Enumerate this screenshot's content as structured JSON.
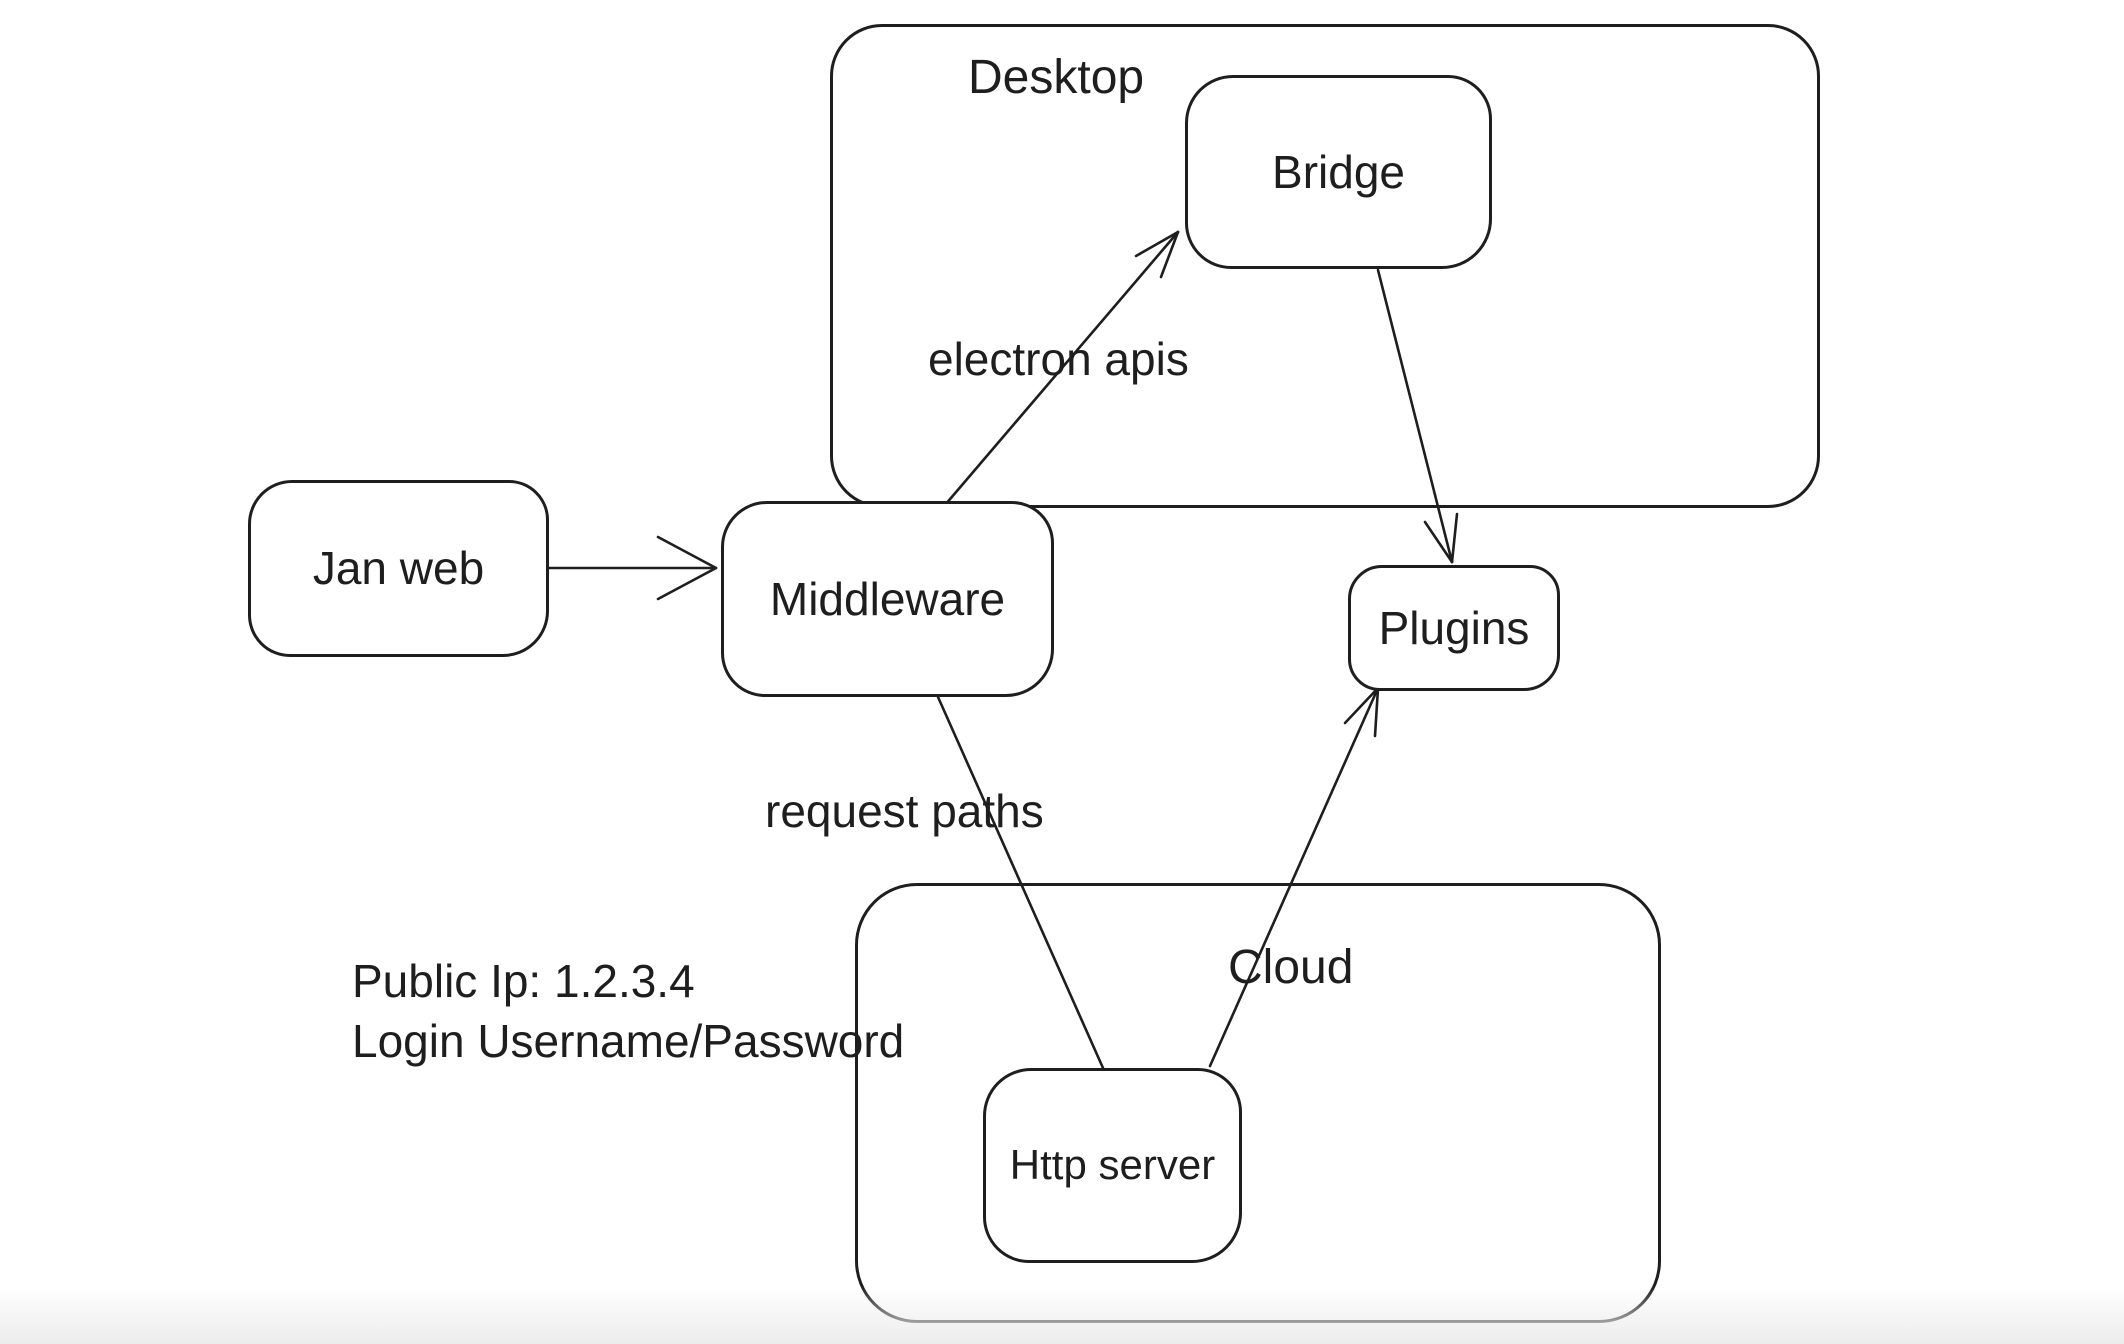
{
  "diagram": {
    "containers": {
      "desktop": {
        "label": "Desktop"
      },
      "cloud": {
        "label": "Cloud"
      }
    },
    "nodes": {
      "jan_web": {
        "label": "Jan web"
      },
      "middleware": {
        "label": "Middleware"
      },
      "bridge": {
        "label": "Bridge"
      },
      "plugins": {
        "label": "Plugins"
      },
      "http_server": {
        "label": "Http server"
      }
    },
    "edge_labels": {
      "electron_apis": {
        "label": "electron apis"
      },
      "request_paths": {
        "label": "request paths"
      }
    },
    "edges": [
      {
        "name": "jan-web-to-middleware",
        "from": "jan_web",
        "to": "middleware",
        "arrowhead": true
      },
      {
        "name": "middleware-to-bridge",
        "from": "middleware",
        "to": "bridge",
        "arrowhead": true,
        "label": "electron apis"
      },
      {
        "name": "bridge-to-plugins",
        "from": "bridge",
        "to": "plugins",
        "arrowhead": true
      },
      {
        "name": "middleware-to-http-server",
        "from": "middleware",
        "to": "http_server",
        "arrowhead": false,
        "label": "request paths"
      },
      {
        "name": "http-server-to-plugins",
        "from": "http_server",
        "to": "plugins",
        "arrowhead": true
      }
    ],
    "annotations": {
      "public_ip": "Public Ip: 1.2.3.4",
      "login": "Login Username/Password"
    },
    "colors": {
      "stroke": "#1e1e1e",
      "background": "#ffffff",
      "footer_fade": "#ececec"
    }
  }
}
